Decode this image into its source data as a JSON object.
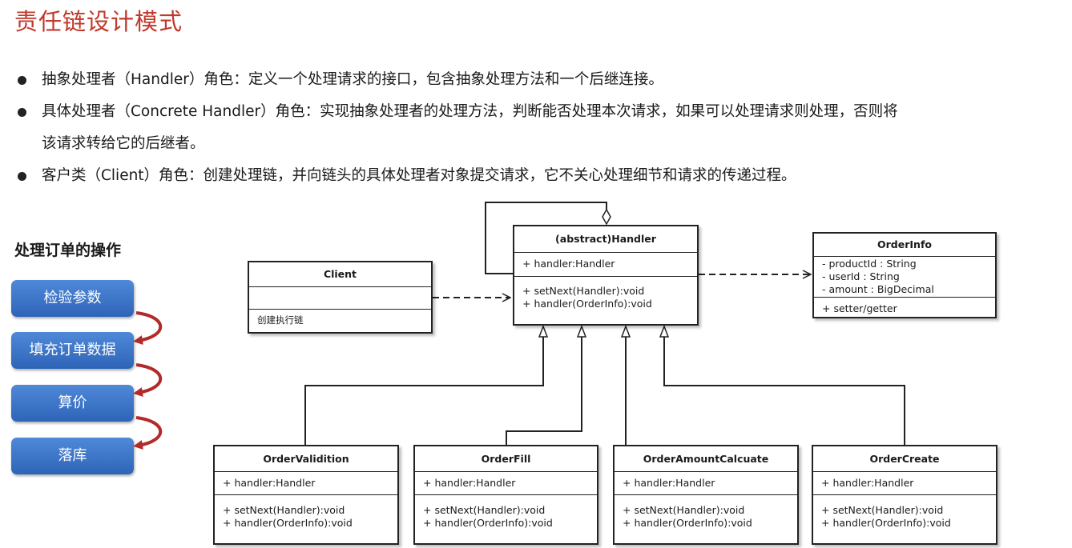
{
  "page": {
    "title": "责任链设计模式",
    "title_color": "#c0392b"
  },
  "bullets": [
    {
      "text": "抽象处理者（Handler）角色：定义一个处理请求的接口，包含抽象处理方法和一个后继连接。"
    },
    {
      "text": "具体处理者（Concrete Handler）角色：实现抽象处理者的处理方法，判断能否处理本次请求，如果可以处理请求则处理，否则将",
      "text2": "该请求转给它的后继者。"
    },
    {
      "text": "客户类（Client）角色：创建处理链，并向链头的具体处理者对象提交请求，它不关心处理细节和请求的传递过程。"
    }
  ],
  "flow": {
    "title": "处理订单的操作",
    "steps": [
      "检验参数",
      "填充订单数据",
      "算价",
      "落库"
    ],
    "step_color": "#3a72c6",
    "arrow_color": "#b22a2a"
  },
  "uml": {
    "handler": {
      "name": "(abstract)Handler",
      "attr": "+ handler:Handler",
      "methods": [
        "+ setNext(Handler):void",
        "+ handler(OrderInfo):void"
      ]
    },
    "client": {
      "name": "Client",
      "note": "创建执行链"
    },
    "orderinfo": {
      "name": "OrderInfo",
      "attrs": [
        "- productId : String",
        "- userId : String",
        "- amount : BigDecimal"
      ],
      "methods": [
        "+ setter/getter"
      ]
    },
    "concrete": [
      {
        "name": "OrderValidition",
        "attr": "+ handler:Handler",
        "methods": [
          "+ setNext(Handler):void",
          "+ handler(OrderInfo):void"
        ]
      },
      {
        "name": "OrderFill",
        "attr": "+ handler:Handler",
        "methods": [
          "+ setNext(Handler):void",
          "+ handler(OrderInfo):void"
        ]
      },
      {
        "name": "OrderAmountCalcuate",
        "attr": "+ handler:Handler",
        "methods": [
          "+ setNext(Handler):void",
          "+ handler(OrderInfo):void"
        ]
      },
      {
        "name": "OrderCreate",
        "attr": "+ handler:Handler",
        "methods": [
          "+ setNext(Handler):void",
          "+ handler(OrderInfo):void"
        ]
      }
    ]
  }
}
